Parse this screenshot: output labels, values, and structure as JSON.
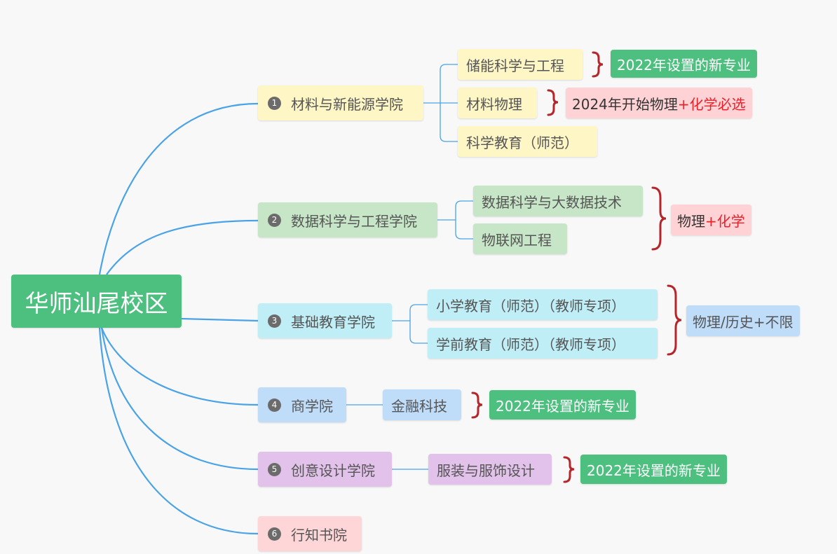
{
  "root": "华师汕尾校区",
  "colleges": [
    {
      "num": "1",
      "name": "材料与新能源学院",
      "majors": [
        "储能科学与工程",
        "材料物理",
        "科学教育（师范）"
      ]
    },
    {
      "num": "2",
      "name": "数据科学与工程学院",
      "majors": [
        "数据科学与大数据技术",
        "物联网工程"
      ]
    },
    {
      "num": "3",
      "name": "基础教育学院",
      "majors": [
        "小学教育（师范）（教师专项）",
        "学前教育（师范）（教师专项）"
      ]
    },
    {
      "num": "4",
      "name": "商学院",
      "majors": [
        "金融科技"
      ]
    },
    {
      "num": "5",
      "name": "创意设计学院",
      "majors": [
        "服装与服饰设计"
      ]
    },
    {
      "num": "6",
      "name": "行知书院",
      "majors": []
    }
  ],
  "notes": {
    "n1": "2022年设置的新专业",
    "n2_prefix": "2024年开始物理",
    "n2_red": "+化学必选",
    "n3_prefix": "物理",
    "n3_red": "+化学",
    "n4": "物理/历史+不限",
    "n5": "2022年设置的新专业",
    "n6": "2022年设置的新专业"
  },
  "colors": {
    "curve": "#4aa3e6",
    "brace": "#b5262b",
    "root": "#4dbf7f",
    "note_green": "#4dbf7f",
    "note_pink": "#ffd3d5",
    "highlight_red": "#e8212b"
  }
}
